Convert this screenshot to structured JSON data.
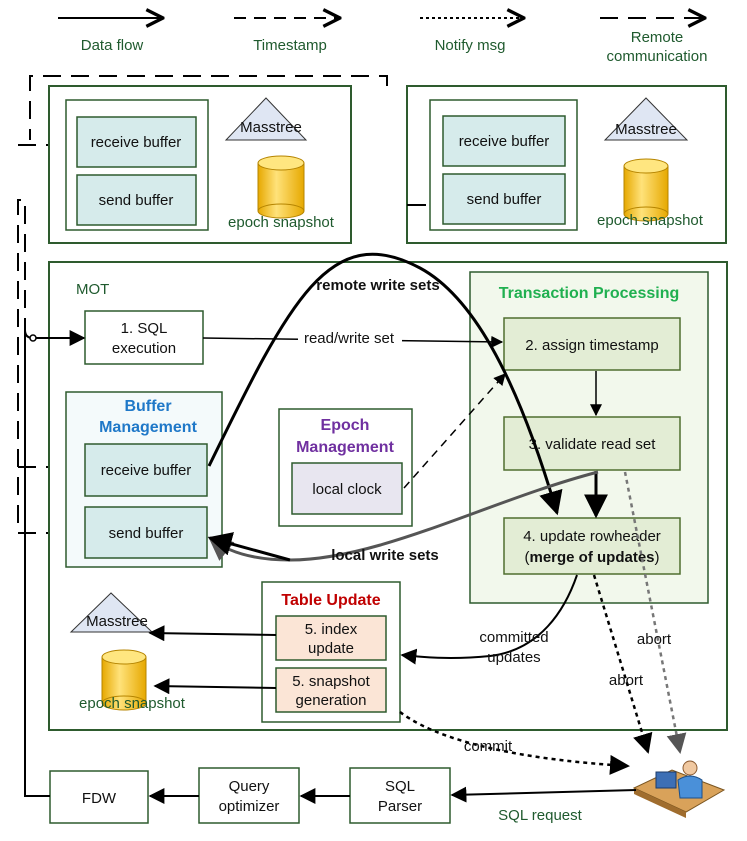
{
  "legend": {
    "data_flow": "Data flow",
    "timestamp": "Timestamp",
    "notify_msg": "Notify msg",
    "remote_line1": "Remote",
    "remote_line2": "communication"
  },
  "top_left_node": {
    "receive_buffer": "receive buffer",
    "send_buffer": "send buffer",
    "masstree": "Masstree",
    "epoch_snapshot": "epoch snapshot"
  },
  "top_right_node": {
    "receive_buffer": "receive buffer",
    "send_buffer": "send buffer",
    "masstree": "Masstree",
    "epoch_snapshot": "epoch snapshot"
  },
  "mot": {
    "label": "MOT",
    "sql_execution_line1": "1. SQL",
    "sql_execution_line2": "execution",
    "read_write_set": "read/write set",
    "remote_write_sets": "remote write sets",
    "local_write_sets": "local write sets"
  },
  "buffer_management": {
    "title_line1": "Buffer",
    "title_line2": "Management",
    "receive_buffer": "receive buffer",
    "send_buffer": "send buffer"
  },
  "epoch_management": {
    "title_line1": "Epoch",
    "title_line2": "Management",
    "local_clock": "local clock"
  },
  "transaction_processing": {
    "title": "Transaction Processing",
    "assign_timestamp": "2. assign timestamp",
    "validate_read_set": "3. validate read set",
    "update_rowheader": "4. update rowheader",
    "merge_open": "(",
    "merge_of_updates": "merge of updates",
    "merge_close": ")"
  },
  "table_update": {
    "title": "Table Update",
    "index_update_line1": "5. index",
    "index_update_line2": "update",
    "snapshot_line1": "5. snapshot",
    "snapshot_line2": "generation",
    "committed_line1": "committed",
    "committed_line2": "updates",
    "masstree": "Masstree",
    "epoch_snapshot": "epoch snapshot"
  },
  "outcomes": {
    "abort_1": "abort",
    "abort_2": "abort",
    "commit": "commit"
  },
  "pipeline": {
    "fdw": "FDW",
    "query_line1": "Query",
    "query_line2": "optimizer",
    "sql_line1": "SQL",
    "sql_line2": "Parser",
    "sql_request": "SQL request"
  },
  "colors": {
    "box_fill": "#d6ebeb",
    "step_fill": "#e3edd5",
    "step_border": "#4f6e2f",
    "tp_fill": "#f2f8ec",
    "table_update_fill": "#fbe5d6",
    "clock_fill": "#e8e6f0",
    "masstree_fill": "#dfe6f3",
    "cylinder_fill": "#ffd24d",
    "border_green": "#2e5b2e"
  }
}
